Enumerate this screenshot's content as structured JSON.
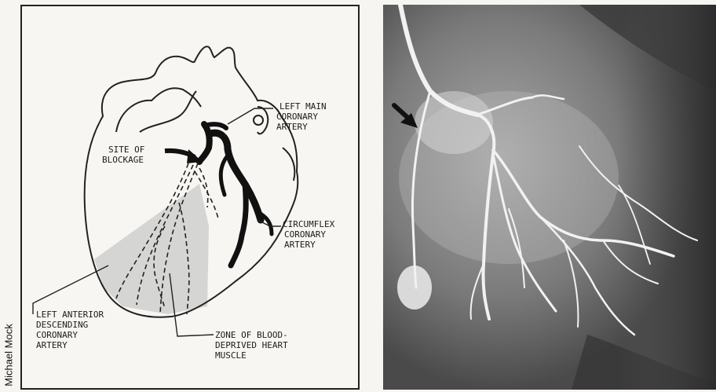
{
  "credit": "Michael Mock",
  "diagram": {
    "labels": {
      "left_main": [
        "LEFT MAIN",
        "CORONARY",
        "ARTERY"
      ],
      "site_of_blockage": [
        "SITE OF",
        "BLOCKAGE"
      ],
      "circumflex": [
        "CIRCUMFLEX",
        "CORONARY",
        "ARTERY"
      ],
      "lad": [
        "LEFT ANTERIOR",
        "DESCENDING",
        "CORONARY",
        "ARTERY"
      ],
      "zone": [
        "ZONE OF BLOOD-",
        "DEPRIVED HEART",
        "MUSCLE"
      ]
    }
  },
  "photo": {
    "description_icon": "angiogram-arrow"
  }
}
